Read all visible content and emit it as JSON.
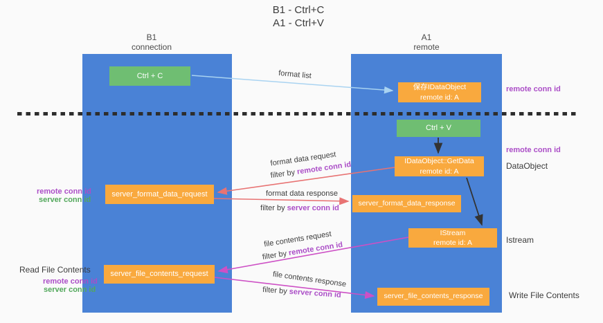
{
  "title": {
    "line1": "B1 - Ctrl+C",
    "line2": "A1 - Ctrl+V"
  },
  "lanes": {
    "left": {
      "name": "B1",
      "role": "connection"
    },
    "right": {
      "name": "A1",
      "role": "remote"
    }
  },
  "boxes": {
    "ctrl_c": {
      "label": "Ctrl + C"
    },
    "ctrl_v": {
      "label": "Ctrl + V"
    },
    "save_dataobject": {
      "line1": "保存IDataObject",
      "line2": "remote id: A"
    },
    "getdata": {
      "line1": "IDataObject::GetData",
      "line2": "remote id: A"
    },
    "istream": {
      "line1": "IStream",
      "line2": "remote id: A"
    },
    "format_request": {
      "label": "server_format_data_request"
    },
    "format_response": {
      "label": "server_format_data_response"
    },
    "file_request": {
      "label": "server_file_contents_request"
    },
    "file_response": {
      "label": "server_file_contents_response"
    }
  },
  "flow_labels": {
    "format_list": "format list",
    "format_data_request": "format data request",
    "format_data_response": "format data response",
    "file_contents_request": "file contents request",
    "file_contents_response": "file contents response",
    "filter_by": "filter by",
    "remote_conn_id": "remote conn id",
    "server_conn_id": "server conn id"
  },
  "margin_labels": {
    "left": {
      "remote_conn_id_1": "remote conn id",
      "server_conn_id_1": "server conn id",
      "read_file_contents": "Read File Contents",
      "remote_conn_id_2": "remote conn id",
      "server_conn_id_2": "server conn id"
    },
    "right": {
      "remote_conn_id_1": "remote conn id",
      "remote_conn_id_2": "remote conn id",
      "dataobject": "DataObject",
      "istream": "Istream",
      "write_file_contents": "Write File Contents"
    }
  },
  "colors": {
    "lane_blue": "#4a82d6",
    "box_orange": "#f9a93e",
    "box_green": "#6fbe72",
    "purple_text": "#ab4ec7",
    "green_text": "#53a85c",
    "red_arrow": "#e87373",
    "magenta_arrow": "#cd50c5",
    "lightblue_arrow": "#a9d3f1",
    "black_arrow": "#333333"
  }
}
